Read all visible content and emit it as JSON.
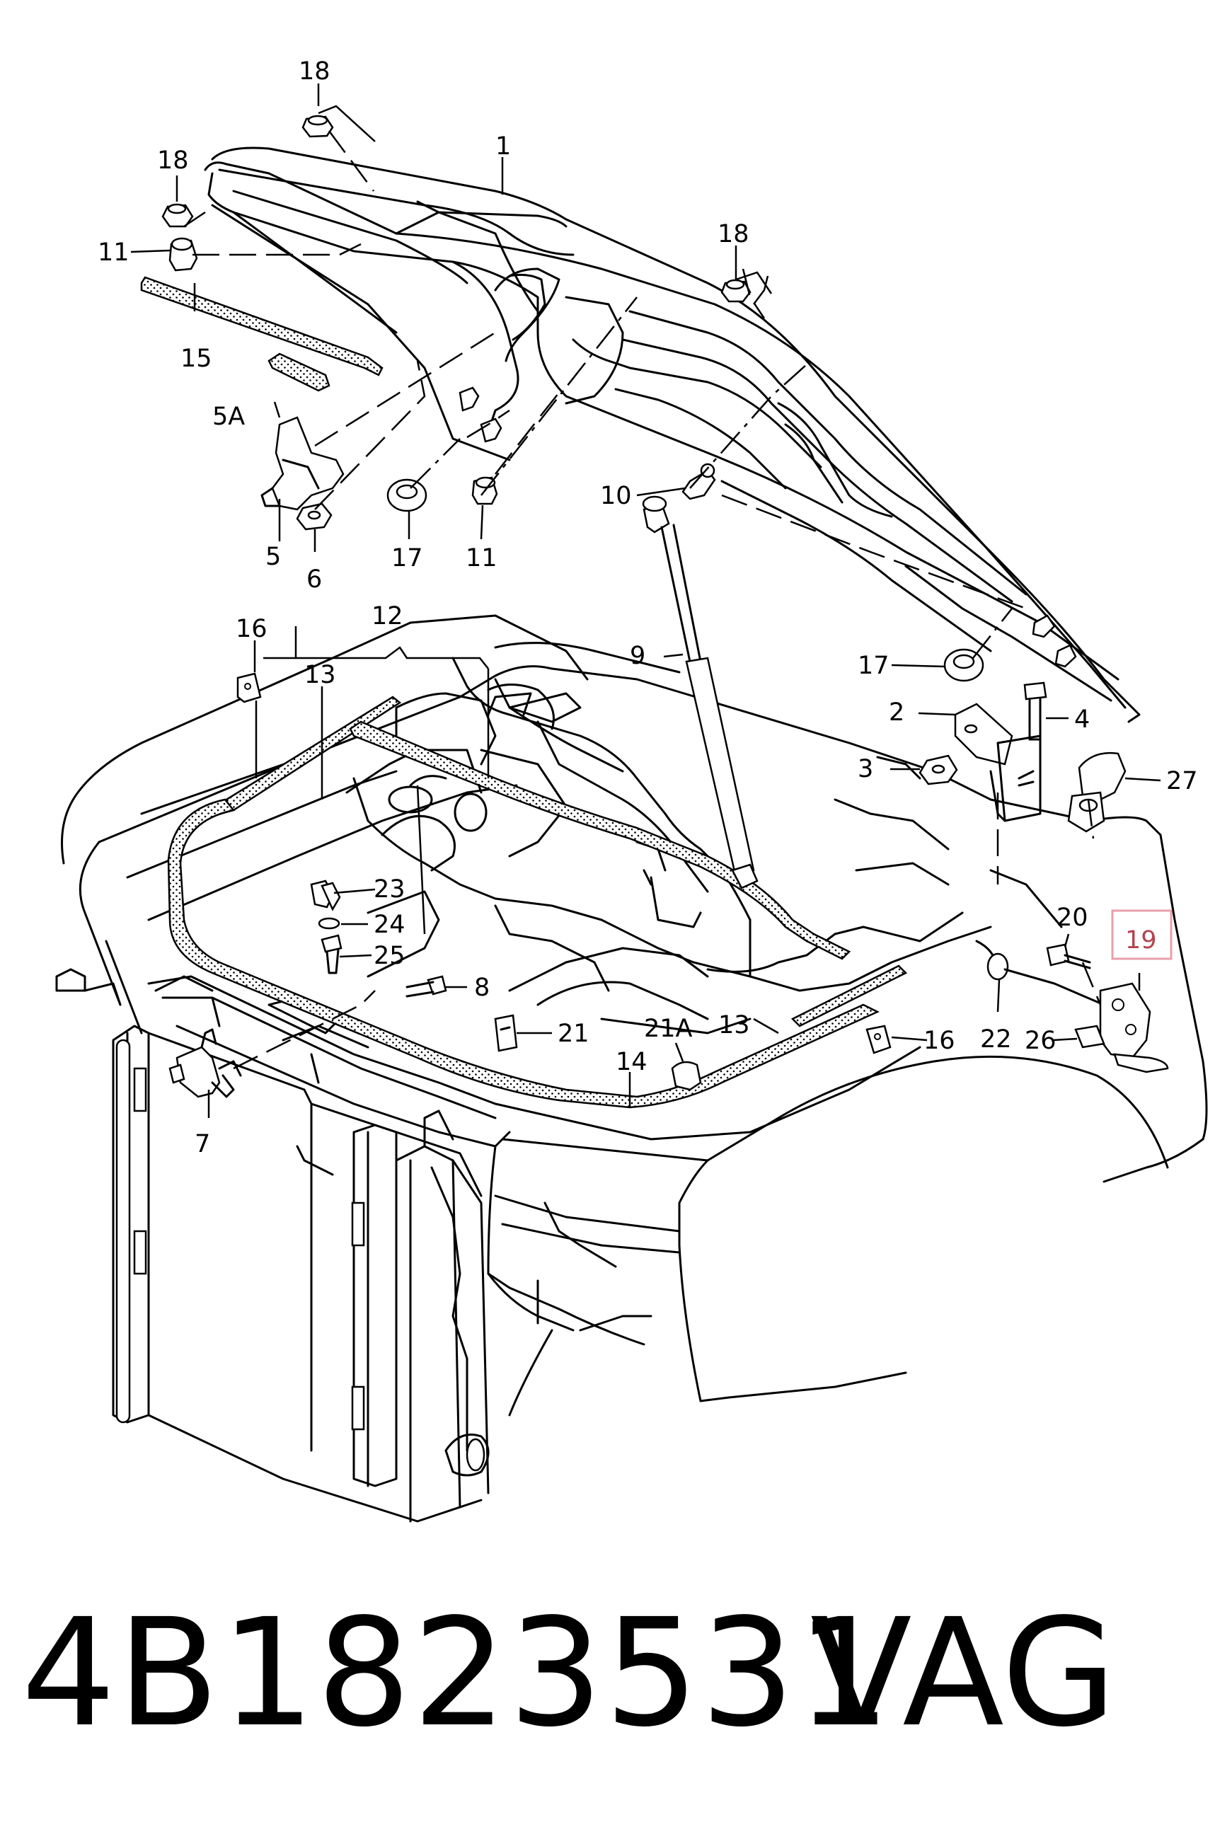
{
  "labels": {
    "l1": "1",
    "l2": "2",
    "l3": "3",
    "l4": "4",
    "l5": "5",
    "l5a": "5A",
    "l6": "6",
    "l7": "7",
    "l8": "8",
    "l9": "9",
    "l10": "10",
    "l11a": "11",
    "l11b": "11",
    "l12": "12",
    "l13a": "13",
    "l13b": "13",
    "l14": "14",
    "l15": "15",
    "l16a": "16",
    "l16b": "16",
    "l17a": "17",
    "l17b": "17",
    "l18a": "18",
    "l18b": "18",
    "l18c": "18",
    "l19": "19",
    "l20": "20",
    "l21": "21",
    "l21a": "21A",
    "l22": "22",
    "l23": "23",
    "l24": "24",
    "l25": "25",
    "l26": "26",
    "l27": "27"
  },
  "footer": {
    "part_number": "4B1823531",
    "brand": "VAG"
  },
  "highlight_color": "#e8a0a8"
}
